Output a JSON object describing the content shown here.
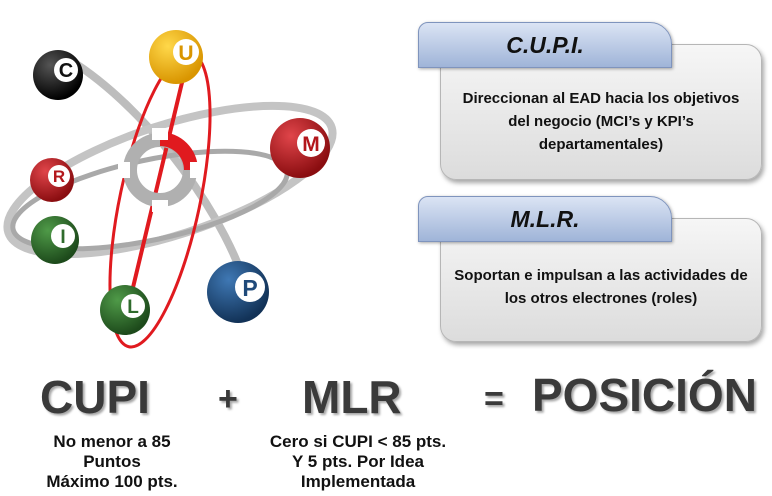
{
  "atom": {
    "letters": [
      "C",
      "U",
      "R",
      "M",
      "I",
      "L",
      "P"
    ],
    "colors": {
      "black": "#111111",
      "yellow": "#f2b705",
      "red": "#b3171c",
      "green": "#2f6b2c",
      "blue": "#1f4a7a",
      "orbit": "#bdbdbd",
      "accent_red": "#e01a1f"
    }
  },
  "cupi": {
    "title": "C.U.P.I.",
    "text": "Direccionan al EAD hacia los objetivos del negocio (MCI’s y KPI’s departamentales)"
  },
  "mlr": {
    "title": "M.L.R.",
    "text": "Soportan e impulsan a las actividades de los otros electrones (roles)"
  },
  "equation": {
    "term1": "CUPI",
    "plus": "+",
    "term2": "MLR",
    "equals": "=",
    "result": "POSICIÓN"
  },
  "notes": {
    "cupi": [
      "No menor a 85",
      "Puntos",
      "Máximo 100 pts."
    ],
    "mlr": [
      "Cero si CUPI < 85 pts.",
      "Y 5 pts. Por Idea",
      "Implementada"
    ]
  }
}
